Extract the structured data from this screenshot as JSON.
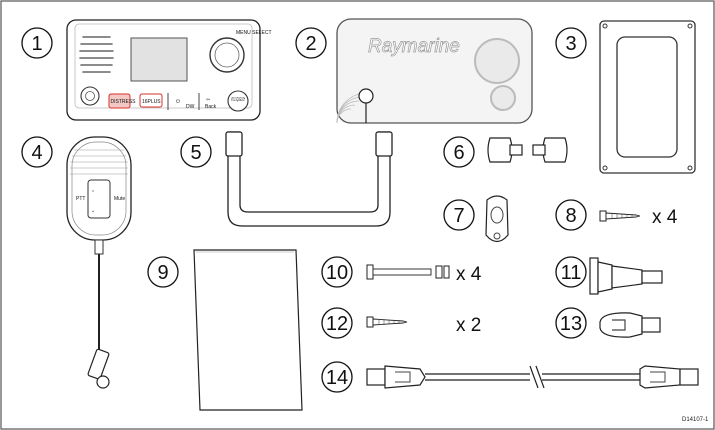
{
  "items": [
    {
      "number": "1",
      "quantity": ""
    },
    {
      "number": "2",
      "quantity": ""
    },
    {
      "number": "3",
      "quantity": ""
    },
    {
      "number": "4",
      "quantity": ""
    },
    {
      "number": "5",
      "quantity": ""
    },
    {
      "number": "6",
      "quantity": ""
    },
    {
      "number": "7",
      "quantity": ""
    },
    {
      "number": "8",
      "quantity": "x 4"
    },
    {
      "number": "9",
      "quantity": ""
    },
    {
      "number": "10",
      "quantity": "x 4"
    },
    {
      "number": "11",
      "quantity": ""
    },
    {
      "number": "12",
      "quantity": "x 2"
    },
    {
      "number": "13",
      "quantity": ""
    },
    {
      "number": "14",
      "quantity": ""
    }
  ],
  "radio_labels": {
    "menu_select": "MENU SELECT",
    "distress": "DISTRESS",
    "plus_button": "16PLUS",
    "dw_key": "DW",
    "back_key": "Back",
    "vol_squelch": "VOL SQUELCH"
  },
  "brand": "Raymarine",
  "handset_labels": {
    "ptt": "PTT",
    "mute": "Mute"
  },
  "figure_ref": "D14107-1",
  "colors": {
    "line": "#1a1a1a",
    "distress_red": "#d8312b",
    "screen_grey": "#e2e2e2",
    "border": "#555555"
  }
}
